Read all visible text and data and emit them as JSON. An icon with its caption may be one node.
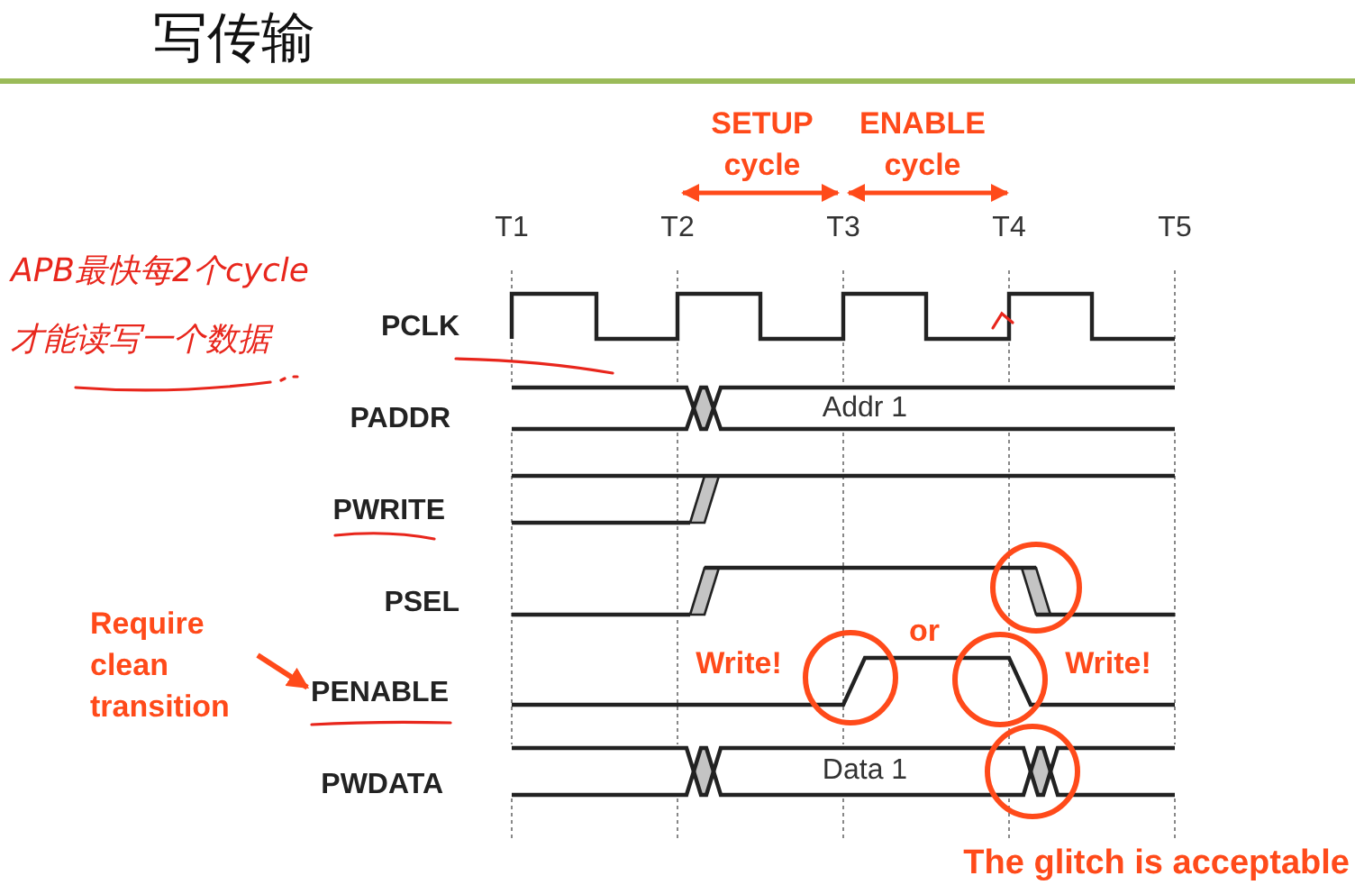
{
  "diagram": {
    "title": "写传输",
    "nodes": [
      {
        "text": [
          "Require clean transition"
        ]
      },
      {
        "text": [
          "PENABLE"
        ]
      }
    ],
    "edges": [
      {
        "from": 0,
        "to": 1,
        "arrow": "to"
      }
    ],
    "labels": [
      "SETUP cycle",
      "ENABLE cycle",
      "T1",
      "T2",
      "T3",
      "T4",
      "T5",
      "APB最快每2个cycle才能读写一个数据",
      "PCLK",
      "PADDR",
      "Addr 1",
      "PWRITE",
      "PSEL",
      "or",
      "Write!",
      "Write!",
      "PWDATA",
      "Data 1",
      "The glitch is acceptable"
    ]
  }
}
